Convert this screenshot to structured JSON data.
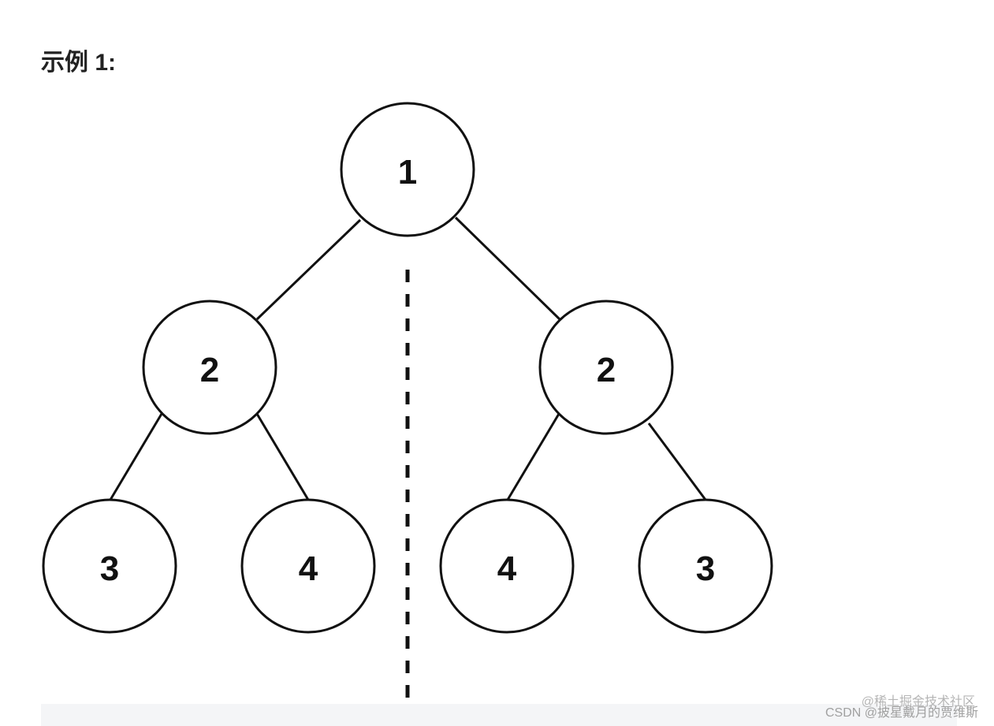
{
  "heading": "示例 1:",
  "tree": {
    "nodes": [
      {
        "id": "n1",
        "label": "1"
      },
      {
        "id": "n2l",
        "label": "2"
      },
      {
        "id": "n2r",
        "label": "2"
      },
      {
        "id": "n3l",
        "label": "3"
      },
      {
        "id": "n4l",
        "label": "4"
      },
      {
        "id": "n4r",
        "label": "4"
      },
      {
        "id": "n3r",
        "label": "3"
      }
    ],
    "edges": [
      [
        "n1",
        "n2l"
      ],
      [
        "n1",
        "n2r"
      ],
      [
        "n2l",
        "n3l"
      ],
      [
        "n2l",
        "n4l"
      ],
      [
        "n2r",
        "n4r"
      ],
      [
        "n2r",
        "n3r"
      ]
    ],
    "symmetry_axis": "dashed vertical line"
  },
  "watermarks": {
    "juejin": "@稀土掘金技术社区",
    "csdn": "CSDN @披星戴月的贾维斯"
  },
  "colors": {
    "stroke": "#111111",
    "background": "#ffffff",
    "code_block": "#f4f5f7"
  }
}
